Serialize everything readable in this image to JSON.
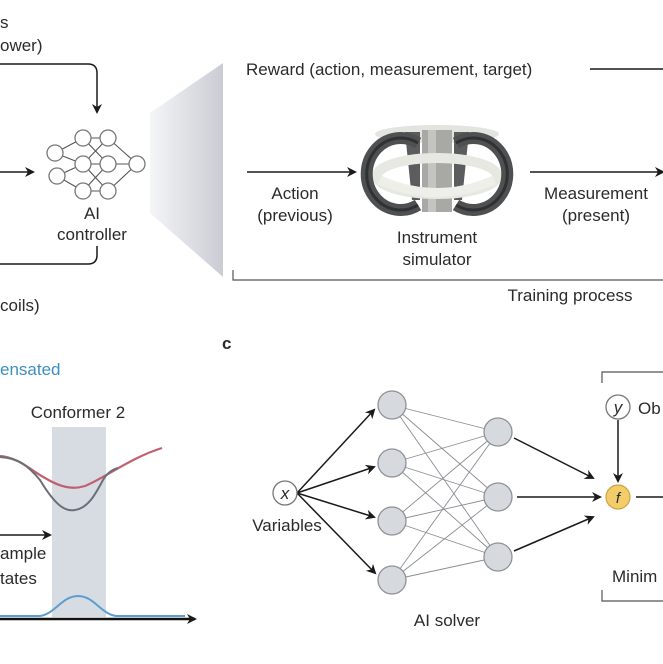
{
  "panel_a": {
    "top_left_label_line1": "s",
    "top_left_label_line2": "ower)",
    "bottom_left_label": "coils)",
    "controller_label_line1": "AI",
    "controller_label_line2": "controller"
  },
  "training": {
    "reward_label": "Reward (action, measurement, target)",
    "action_line1": "Action",
    "action_line2": "(previous)",
    "simulator_line1": "Instrument",
    "simulator_line2": "simulator",
    "measurement_line1": "Measurement",
    "measurement_line2": "(present)",
    "process_label": "Training process"
  },
  "panel_b": {
    "legend_fragment": "ensated",
    "legend_color": "#3d8fc0",
    "band_label": "Conformer 2",
    "sample_line1": "ample",
    "sample_line2": "tates",
    "curve_colors": {
      "red": "#c0606e",
      "gray": "#6b7078",
      "blue": "#5a9fd0"
    }
  },
  "panel_c": {
    "panel_letter": "c",
    "input_symbol": "x",
    "input_label": "Variables",
    "solver_label": "AI solver",
    "objective_symbol": "y",
    "objective_label": "Ob",
    "function_symbol": "f",
    "function_color": "#f2cd6a",
    "minimise_label": "Minim"
  }
}
